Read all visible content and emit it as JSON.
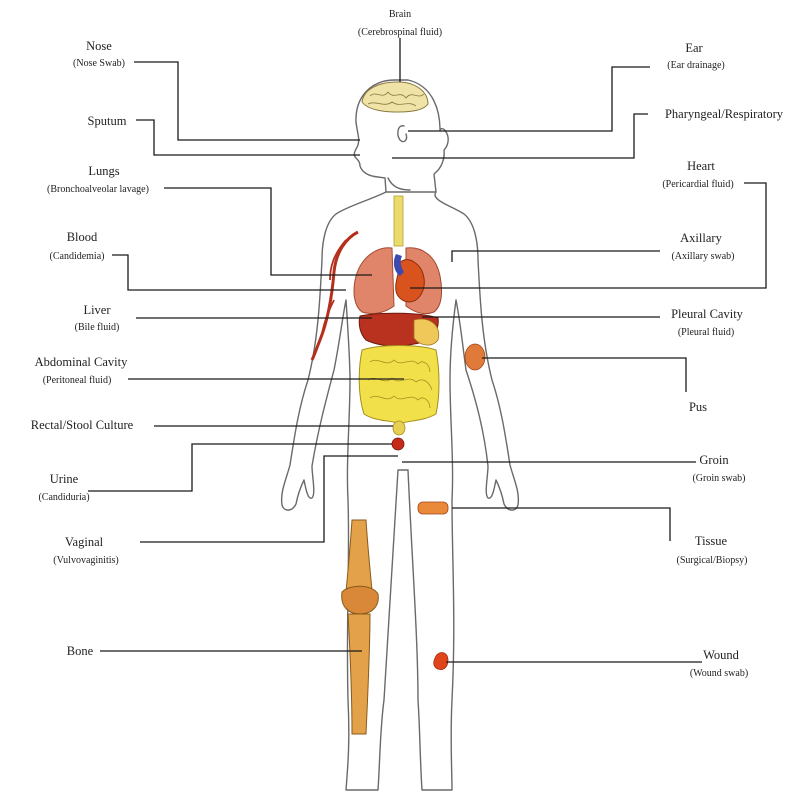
{
  "labels": [
    {
      "id": "brain",
      "name": "Brain",
      "sub": "(Cerebrospinal fluid)"
    },
    {
      "id": "nose",
      "name": "Nose",
      "sub": "(Nose Swab)"
    },
    {
      "id": "ear",
      "name": "Ear",
      "sub": "(Ear drainage)"
    },
    {
      "id": "sputum",
      "name": "Sputum",
      "sub": ""
    },
    {
      "id": "pharyngeal",
      "name": "Pharyngeal/Respiratory",
      "sub": ""
    },
    {
      "id": "lungs",
      "name": "Lungs",
      "sub": "(Bronchoalveolar lavage)"
    },
    {
      "id": "heart",
      "name": "Heart",
      "sub": "(Pericardial fluid)"
    },
    {
      "id": "blood",
      "name": "Blood",
      "sub": "(Candidemia)"
    },
    {
      "id": "axillary",
      "name": "Axillary",
      "sub": "(Axillary swab)"
    },
    {
      "id": "liver",
      "name": "Liver",
      "sub": "(Bile fluid)"
    },
    {
      "id": "pleural",
      "name": "Pleural Cavity",
      "sub": "(Pleural fluid)"
    },
    {
      "id": "abdominal",
      "name": "Abdominal Cavity",
      "sub": "(Peritoneal fluid)"
    },
    {
      "id": "pus",
      "name": "Pus",
      "sub": ""
    },
    {
      "id": "rectal",
      "name": "Rectal/Stool Culture",
      "sub": ""
    },
    {
      "id": "urine",
      "name": "Urine",
      "sub": "(Candiduria)"
    },
    {
      "id": "groin",
      "name": "Groin",
      "sub": "(Groin swab)"
    },
    {
      "id": "vaginal",
      "name": "Vaginal",
      "sub": "(Vulvovaginitis)"
    },
    {
      "id": "tissue",
      "name": "Tissue",
      "sub": "(Surgical/Biopsy)"
    },
    {
      "id": "bone",
      "name": "Bone",
      "sub": ""
    },
    {
      "id": "wound",
      "name": "Wound",
      "sub": "(Wound swab)"
    }
  ],
  "colors": {
    "outline": "#6a6a6a",
    "leader": "#1a1a1a",
    "lung": "#e0846a",
    "heart": "#d9531e",
    "liver": "#b8321f",
    "intestine": "#f2e04a",
    "bone": "#e3a14a",
    "vessel": "#b5301c",
    "brain": "#efe3a8",
    "lesion": "#e06a2a"
  }
}
